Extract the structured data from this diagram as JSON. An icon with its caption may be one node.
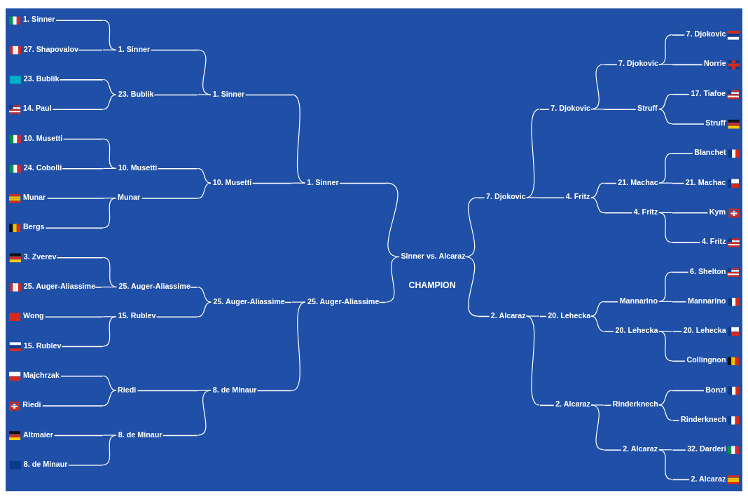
{
  "diagram": {
    "nodes": [
      {
        "text": [
          "1. Sinner"
        ]
      },
      {
        "text": [
          "27. Shapovalov"
        ]
      },
      {
        "text": [
          "23. Bublik"
        ]
      },
      {
        "text": [
          "14. Paul"
        ]
      },
      {
        "text": [
          "10. Musetti"
        ]
      },
      {
        "text": [
          "24. Cobolli"
        ]
      },
      {
        "text": [
          "Munar"
        ]
      },
      {
        "text": [
          "Bergs"
        ]
      },
      {
        "text": [
          "3. Zverev"
        ]
      },
      {
        "text": [
          "25. Auger-Aliassime"
        ]
      },
      {
        "text": [
          "Wong"
        ]
      },
      {
        "text": [
          "15. Rublev"
        ]
      },
      {
        "text": [
          "Majchrzak"
        ]
      },
      {
        "text": [
          "Riedi"
        ]
      },
      {
        "text": [
          "Altmaier"
        ]
      },
      {
        "text": [
          "8. de Minaur"
        ]
      },
      {
        "text": [
          "1. Sinner"
        ]
      },
      {
        "text": [
          "23. Bublik"
        ]
      },
      {
        "text": [
          "10. Musetti"
        ]
      },
      {
        "text": [
          "Munar"
        ]
      },
      {
        "text": [
          "25. Auger-Aliassime"
        ]
      },
      {
        "text": [
          "15. Rublev"
        ]
      },
      {
        "text": [
          "Riedi"
        ]
      },
      {
        "text": [
          "8. de Minaur"
        ]
      },
      {
        "text": [
          "1. Sinner"
        ]
      },
      {
        "text": [
          "10. Musetti"
        ]
      },
      {
        "text": [
          "25. Auger-Aliassime"
        ]
      },
      {
        "text": [
          "8. de Minaur"
        ]
      },
      {
        "text": [
          "1. Sinner"
        ]
      },
      {
        "text": [
          "25. Auger-Aliassime"
        ]
      },
      {
        "text": [
          "Sinner vs. Alcaraz"
        ]
      },
      {
        "text": [
          "7. Djokovic"
        ]
      },
      {
        "text": [
          "2. Alcaraz"
        ]
      },
      {
        "text": [
          "7. Djokovic"
        ]
      },
      {
        "text": [
          "4. Fritz"
        ]
      },
      {
        "text": [
          "20. Lehecka"
        ]
      },
      {
        "text": [
          "2. Alcaraz"
        ]
      },
      {
        "text": [
          "7. Djokovic"
        ]
      },
      {
        "text": [
          "Struff"
        ]
      },
      {
        "text": [
          "21. Machac"
        ]
      },
      {
        "text": [
          "4. Fritz"
        ]
      },
      {
        "text": [
          "Mannarino"
        ]
      },
      {
        "text": [
          "20. Lehecka"
        ]
      },
      {
        "text": [
          "Rinderknech"
        ]
      },
      {
        "text": [
          "2. Alcaraz"
        ]
      },
      {
        "text": [
          "7. Djokovic"
        ]
      },
      {
        "text": [
          "Norrie"
        ]
      },
      {
        "text": [
          "17. Tiafoe"
        ]
      },
      {
        "text": [
          "Struff"
        ]
      },
      {
        "text": [
          "Blanchet"
        ]
      },
      {
        "text": [
          "21. Machac"
        ]
      },
      {
        "text": [
          "Kym"
        ]
      },
      {
        "text": [
          "4. Fritz"
        ]
      },
      {
        "text": [
          "6. Shelton"
        ]
      },
      {
        "text": [
          "Mannarino"
        ]
      },
      {
        "text": [
          "20. Lehecka"
        ]
      },
      {
        "text": [
          "Collingnon"
        ]
      },
      {
        "text": [
          "Bonzi"
        ]
      },
      {
        "text": [
          "Rinderknech"
        ]
      },
      {
        "text": [
          "32. Darderi"
        ]
      },
      {
        "text": [
          "2. Alcaraz"
        ]
      }
    ],
    "edges": [
      {
        "from": 0,
        "to": 16,
        "arrow": "none"
      },
      {
        "from": 1,
        "to": 16,
        "arrow": "none"
      },
      {
        "from": 2,
        "to": 17,
        "arrow": "none"
      },
      {
        "from": 3,
        "to": 17,
        "arrow": "none"
      },
      {
        "from": 4,
        "to": 18,
        "arrow": "none"
      },
      {
        "from": 5,
        "to": 18,
        "arrow": "none"
      },
      {
        "from": 6,
        "to": 19,
        "arrow": "none"
      },
      {
        "from": 7,
        "to": 19,
        "arrow": "none"
      },
      {
        "from": 8,
        "to": 20,
        "arrow": "none"
      },
      {
        "from": 9,
        "to": 20,
        "arrow": "none"
      },
      {
        "from": 10,
        "to": 21,
        "arrow": "none"
      },
      {
        "from": 11,
        "to": 21,
        "arrow": "none"
      },
      {
        "from": 12,
        "to": 22,
        "arrow": "none"
      },
      {
        "from": 13,
        "to": 22,
        "arrow": "none"
      },
      {
        "from": 14,
        "to": 23,
        "arrow": "none"
      },
      {
        "from": 15,
        "to": 23,
        "arrow": "none"
      },
      {
        "from": 16,
        "to": 24,
        "arrow": "none"
      },
      {
        "from": 17,
        "to": 24,
        "arrow": "none"
      },
      {
        "from": 18,
        "to": 25,
        "arrow": "none"
      },
      {
        "from": 19,
        "to": 25,
        "arrow": "none"
      },
      {
        "from": 20,
        "to": 26,
        "arrow": "none"
      },
      {
        "from": 21,
        "to": 26,
        "arrow": "none"
      },
      {
        "from": 22,
        "to": 27,
        "arrow": "none"
      },
      {
        "from": 23,
        "to": 27,
        "arrow": "none"
      },
      {
        "from": 24,
        "to": 28,
        "arrow": "none"
      },
      {
        "from": 25,
        "to": 28,
        "arrow": "none"
      },
      {
        "from": 26,
        "to": 29,
        "arrow": "none"
      },
      {
        "from": 27,
        "to": 29,
        "arrow": "none"
      },
      {
        "from": 28,
        "to": 30,
        "arrow": "none"
      },
      {
        "from": 29,
        "to": 30,
        "arrow": "none"
      },
      {
        "from": 30,
        "to": 31,
        "arrow": "none"
      },
      {
        "from": 30,
        "to": 32,
        "arrow": "none"
      },
      {
        "from": 31,
        "to": 33,
        "arrow": "none"
      },
      {
        "from": 31,
        "to": 34,
        "arrow": "none"
      },
      {
        "from": 32,
        "to": 35,
        "arrow": "none"
      },
      {
        "from": 32,
        "to": 36,
        "arrow": "none"
      },
      {
        "from": 33,
        "to": 37,
        "arrow": "none"
      },
      {
        "from": 33,
        "to": 38,
        "arrow": "none"
      },
      {
        "from": 34,
        "to": 39,
        "arrow": "none"
      },
      {
        "from": 34,
        "to": 40,
        "arrow": "none"
      },
      {
        "from": 35,
        "to": 41,
        "arrow": "none"
      },
      {
        "from": 35,
        "to": 42,
        "arrow": "none"
      },
      {
        "from": 36,
        "to": 43,
        "arrow": "none"
      },
      {
        "from": 36,
        "to": 44,
        "arrow": "none"
      },
      {
        "from": 37,
        "to": 45,
        "arrow": "none"
      },
      {
        "from": 37,
        "to": 46,
        "arrow": "none"
      },
      {
        "from": 38,
        "to": 47,
        "arrow": "none"
      },
      {
        "from": 38,
        "to": 48,
        "arrow": "none"
      },
      {
        "from": 39,
        "to": 49,
        "arrow": "none"
      },
      {
        "from": 39,
        "to": 50,
        "arrow": "none"
      },
      {
        "from": 40,
        "to": 51,
        "arrow": "none"
      },
      {
        "from": 40,
        "to": 52,
        "arrow": "none"
      },
      {
        "from": 41,
        "to": 53,
        "arrow": "none"
      },
      {
        "from": 41,
        "to": 54,
        "arrow": "none"
      },
      {
        "from": 42,
        "to": 55,
        "arrow": "none"
      },
      {
        "from": 42,
        "to": 56,
        "arrow": "none"
      },
      {
        "from": 43,
        "to": 57,
        "arrow": "none"
      },
      {
        "from": 43,
        "to": 58,
        "arrow": "none"
      },
      {
        "from": 44,
        "to": 59,
        "arrow": "none"
      },
      {
        "from": 44,
        "to": 60,
        "arrow": "none"
      }
    ],
    "labels": [
      "CHAMPION"
    ]
  }
}
